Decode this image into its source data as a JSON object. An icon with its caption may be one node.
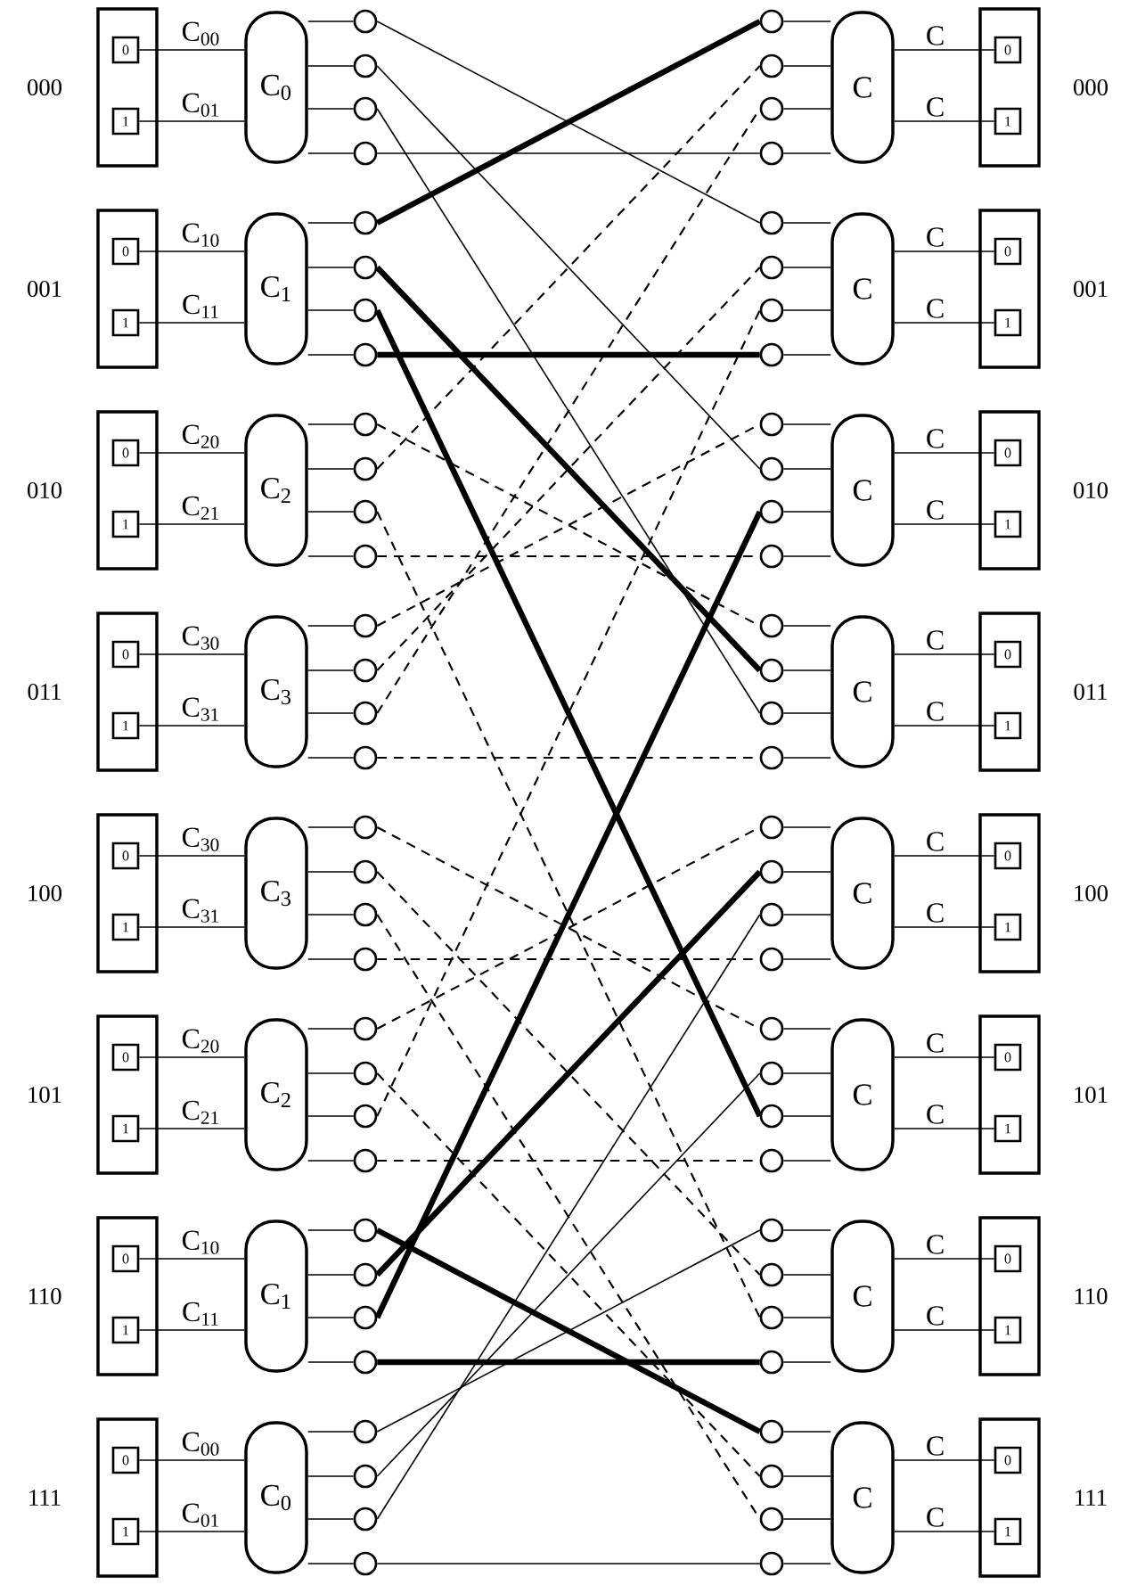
{
  "diagram": {
    "nodes": [
      {
        "text": [],
        "shape": "box"
      },
      {
        "text": [
          "0"
        ],
        "in": 0
      },
      {
        "text": [
          "1"
        ],
        "in": 0
      },
      {
        "text": [
          "C$_{0}$"
        ]
      },
      {
        "text": [],
        "shape": "circle"
      },
      {
        "text": [],
        "shape": "circle"
      },
      {
        "text": [],
        "shape": "circle"
      },
      {
        "text": [],
        "shape": "circle"
      },
      {
        "text": [],
        "shape": "circle"
      },
      {
        "text": [],
        "shape": "circle"
      },
      {
        "text": [],
        "shape": "circle"
      },
      {
        "text": [],
        "shape": "circle"
      },
      {
        "text": [
          "C"
        ]
      },
      {
        "text": [],
        "shape": "box"
      },
      {
        "text": [
          "0"
        ],
        "in": 13
      },
      {
        "text": [
          "1"
        ],
        "in": 13
      },
      {
        "text": [],
        "shape": "box"
      },
      {
        "text": [
          "0"
        ],
        "in": 16
      },
      {
        "text": [
          "1"
        ],
        "in": 16
      },
      {
        "text": [
          "C$_{1}$"
        ]
      },
      {
        "text": [],
        "shape": "circle"
      },
      {
        "text": [],
        "shape": "circle"
      },
      {
        "text": [],
        "shape": "circle"
      },
      {
        "text": [],
        "shape": "circle"
      },
      {
        "text": [],
        "shape": "circle"
      },
      {
        "text": [],
        "shape": "circle"
      },
      {
        "text": [],
        "shape": "circle"
      },
      {
        "text": [],
        "shape": "circle"
      },
      {
        "text": [
          "C"
        ]
      },
      {
        "text": [],
        "shape": "box"
      },
      {
        "text": [
          "0"
        ],
        "in": 29
      },
      {
        "text": [
          "1"
        ],
        "in": 29
      },
      {
        "text": [],
        "shape": "box"
      },
      {
        "text": [
          "0"
        ],
        "in": 32
      },
      {
        "text": [
          "1"
        ],
        "in": 32
      },
      {
        "text": [
          "C$_{2}$"
        ]
      },
      {
        "text": [],
        "shape": "circle"
      },
      {
        "text": [],
        "shape": "circle"
      },
      {
        "text": [],
        "shape": "circle"
      },
      {
        "text": [],
        "shape": "circle"
      },
      {
        "text": [],
        "shape": "circle"
      },
      {
        "text": [],
        "shape": "circle"
      },
      {
        "text": [],
        "shape": "circle"
      },
      {
        "text": [],
        "shape": "circle"
      },
      {
        "text": [
          "C"
        ]
      },
      {
        "text": [],
        "shape": "box"
      },
      {
        "text": [
          "0"
        ],
        "in": 45
      },
      {
        "text": [
          "1"
        ],
        "in": 45
      },
      {
        "text": [],
        "shape": "box"
      },
      {
        "text": [
          "0"
        ],
        "in": 48
      },
      {
        "text": [
          "1"
        ],
        "in": 48
      },
      {
        "text": [
          "C$_{3}$"
        ]
      },
      {
        "text": [],
        "shape": "circle"
      },
      {
        "text": [],
        "shape": "circle"
      },
      {
        "text": [],
        "shape": "circle"
      },
      {
        "text": [],
        "shape": "circle"
      },
      {
        "text": [],
        "shape": "circle"
      },
      {
        "text": [],
        "shape": "circle"
      },
      {
        "text": [],
        "shape": "circle"
      },
      {
        "text": [],
        "shape": "circle"
      },
      {
        "text": [
          "C"
        ]
      },
      {
        "text": [],
        "shape": "box"
      },
      {
        "text": [
          "0"
        ],
        "in": 61
      },
      {
        "text": [
          "1"
        ],
        "in": 61
      },
      {
        "text": [],
        "shape": "box"
      },
      {
        "text": [
          "0"
        ],
        "in": 64
      },
      {
        "text": [
          "1"
        ],
        "in": 64
      },
      {
        "text": [
          "C$_{3}$"
        ]
      },
      {
        "text": [],
        "shape": "circle"
      },
      {
        "text": [],
        "shape": "circle"
      },
      {
        "text": [],
        "shape": "circle"
      },
      {
        "text": [],
        "shape": "circle"
      },
      {
        "text": [],
        "shape": "circle"
      },
      {
        "text": [],
        "shape": "circle"
      },
      {
        "text": [],
        "shape": "circle"
      },
      {
        "text": [],
        "shape": "circle"
      },
      {
        "text": [
          "C"
        ]
      },
      {
        "text": [],
        "shape": "box"
      },
      {
        "text": [
          "0"
        ],
        "in": 77
      },
      {
        "text": [
          "1"
        ],
        "in": 77
      },
      {
        "text": [],
        "shape": "box"
      },
      {
        "text": [
          "0"
        ],
        "in": 80
      },
      {
        "text": [
          "1"
        ],
        "in": 80
      },
      {
        "text": [
          "C$_{2}$"
        ]
      },
      {
        "text": [],
        "shape": "circle"
      },
      {
        "text": [],
        "shape": "circle"
      },
      {
        "text": [],
        "shape": "circle"
      },
      {
        "text": [],
        "shape": "circle"
      },
      {
        "text": [],
        "shape": "circle"
      },
      {
        "text": [],
        "shape": "circle"
      },
      {
        "text": [],
        "shape": "circle"
      },
      {
        "text": [],
        "shape": "circle"
      },
      {
        "text": [
          "C"
        ]
      },
      {
        "text": [],
        "shape": "box"
      },
      {
        "text": [
          "0"
        ],
        "in": 93
      },
      {
        "text": [
          "1"
        ],
        "in": 93
      },
      {
        "text": [],
        "shape": "box"
      },
      {
        "text": [
          "0"
        ],
        "in": 96
      },
      {
        "text": [
          "1"
        ],
        "in": 96
      },
      {
        "text": [
          "C$_{1}$"
        ]
      },
      {
        "text": [],
        "shape": "circle"
      },
      {
        "text": [],
        "shape": "circle"
      },
      {
        "text": [],
        "shape": "circle"
      },
      {
        "text": [],
        "shape": "circle"
      },
      {
        "text": [],
        "shape": "circle"
      },
      {
        "text": [],
        "shape": "circle"
      },
      {
        "text": [],
        "shape": "circle"
      },
      {
        "text": [],
        "shape": "circle"
      },
      {
        "text": [
          "C"
        ]
      },
      {
        "text": [],
        "shape": "box"
      },
      {
        "text": [
          "0"
        ],
        "in": 109
      },
      {
        "text": [
          "1"
        ],
        "in": 109
      },
      {
        "text": [],
        "shape": "box"
      },
      {
        "text": [
          "0"
        ],
        "in": 112
      },
      {
        "text": [
          "1"
        ],
        "in": 112
      },
      {
        "text": [
          "C$_{0}$"
        ]
      },
      {
        "text": [],
        "shape": "circle"
      },
      {
        "text": [],
        "shape": "circle"
      },
      {
        "text": [],
        "shape": "circle"
      },
      {
        "text": [],
        "shape": "circle"
      },
      {
        "text": [],
        "shape": "circle"
      },
      {
        "text": [],
        "shape": "circle"
      },
      {
        "text": [],
        "shape": "circle"
      },
      {
        "text": [],
        "shape": "circle"
      },
      {
        "text": [
          "C"
        ]
      },
      {
        "text": [],
        "shape": "box"
      },
      {
        "text": [
          "0"
        ],
        "in": 125
      },
      {
        "text": [
          "1"
        ],
        "in": 125
      }
    ],
    "edges": [
      {
        "from": 1,
        "to": 3,
        "arrow": "none",
        "label": "C$_{00}$"
      },
      {
        "from": 2,
        "to": 3,
        "arrow": "none",
        "label": "C$_{01}$"
      },
      {
        "from": 3,
        "to": 4,
        "arrow": "none"
      },
      {
        "from": 3,
        "to": 5,
        "arrow": "none"
      },
      {
        "from": 3,
        "to": 6,
        "arrow": "none"
      },
      {
        "from": 3,
        "to": 7,
        "arrow": "none"
      },
      {
        "from": 8,
        "to": 12,
        "arrow": "none"
      },
      {
        "from": 9,
        "to": 12,
        "arrow": "none"
      },
      {
        "from": 10,
        "to": 12,
        "arrow": "none"
      },
      {
        "from": 11,
        "to": 12,
        "arrow": "none"
      },
      {
        "from": 12,
        "to": 14,
        "arrow": "none",
        "label": "C"
      },
      {
        "from": 12,
        "to": 15,
        "arrow": "none",
        "label": "C"
      },
      {
        "from": 17,
        "to": 19,
        "arrow": "none",
        "label": "C$_{10}$"
      },
      {
        "from": 18,
        "to": 19,
        "arrow": "none",
        "label": "C$_{11}$"
      },
      {
        "from": 19,
        "to": 20,
        "arrow": "none"
      },
      {
        "from": 19,
        "to": 21,
        "arrow": "none"
      },
      {
        "from": 19,
        "to": 22,
        "arrow": "none"
      },
      {
        "from": 19,
        "to": 23,
        "arrow": "none"
      },
      {
        "from": 24,
        "to": 28,
        "arrow": "none"
      },
      {
        "from": 25,
        "to": 28,
        "arrow": "none"
      },
      {
        "from": 26,
        "to": 28,
        "arrow": "none"
      },
      {
        "from": 27,
        "to": 28,
        "arrow": "none"
      },
      {
        "from": 28,
        "to": 30,
        "arrow": "none",
        "label": "C"
      },
      {
        "from": 28,
        "to": 31,
        "arrow": "none",
        "label": "C"
      },
      {
        "from": 33,
        "to": 35,
        "arrow": "none",
        "label": "C$_{20}$"
      },
      {
        "from": 34,
        "to": 35,
        "arrow": "none",
        "label": "C$_{21}$"
      },
      {
        "from": 35,
        "to": 36,
        "arrow": "none"
      },
      {
        "from": 35,
        "to": 37,
        "arrow": "none"
      },
      {
        "from": 35,
        "to": 38,
        "arrow": "none"
      },
      {
        "from": 35,
        "to": 39,
        "arrow": "none"
      },
      {
        "from": 40,
        "to": 44,
        "arrow": "none"
      },
      {
        "from": 41,
        "to": 44,
        "arrow": "none"
      },
      {
        "from": 42,
        "to": 44,
        "arrow": "none"
      },
      {
        "from": 43,
        "to": 44,
        "arrow": "none"
      },
      {
        "from": 44,
        "to": 46,
        "arrow": "none",
        "label": "C"
      },
      {
        "from": 44,
        "to": 47,
        "arrow": "none",
        "label": "C"
      },
      {
        "from": 49,
        "to": 51,
        "arrow": "none",
        "label": "C$_{30}$"
      },
      {
        "from": 50,
        "to": 51,
        "arrow": "none",
        "label": "C$_{31}$"
      },
      {
        "from": 51,
        "to": 52,
        "arrow": "none"
      },
      {
        "from": 51,
        "to": 53,
        "arrow": "none"
      },
      {
        "from": 51,
        "to": 54,
        "arrow": "none"
      },
      {
        "from": 51,
        "to": 55,
        "arrow": "none"
      },
      {
        "from": 56,
        "to": 60,
        "arrow": "none"
      },
      {
        "from": 57,
        "to": 60,
        "arrow": "none"
      },
      {
        "from": 58,
        "to": 60,
        "arrow": "none"
      },
      {
        "from": 59,
        "to": 60,
        "arrow": "none"
      },
      {
        "from": 60,
        "to": 62,
        "arrow": "none",
        "label": "C"
      },
      {
        "from": 60,
        "to": 63,
        "arrow": "none",
        "label": "C"
      },
      {
        "from": 65,
        "to": 67,
        "arrow": "none",
        "label": "C$_{30}$"
      },
      {
        "from": 66,
        "to": 67,
        "arrow": "none",
        "label": "C$_{31}$"
      },
      {
        "from": 67,
        "to": 68,
        "arrow": "none"
      },
      {
        "from": 67,
        "to": 69,
        "arrow": "none"
      },
      {
        "from": 67,
        "to": 70,
        "arrow": "none"
      },
      {
        "from": 67,
        "to": 71,
        "arrow": "none"
      },
      {
        "from": 72,
        "to": 76,
        "arrow": "none"
      },
      {
        "from": 73,
        "to": 76,
        "arrow": "none"
      },
      {
        "from": 74,
        "to": 76,
        "arrow": "none"
      },
      {
        "from": 75,
        "to": 76,
        "arrow": "none"
      },
      {
        "from": 76,
        "to": 78,
        "arrow": "none",
        "label": "C"
      },
      {
        "from": 76,
        "to": 79,
        "arrow": "none",
        "label": "C"
      },
      {
        "from": 81,
        "to": 83,
        "arrow": "none",
        "label": "C$_{20}$"
      },
      {
        "from": 82,
        "to": 83,
        "arrow": "none",
        "label": "C$_{21}$"
      },
      {
        "from": 83,
        "to": 84,
        "arrow": "none"
      },
      {
        "from": 83,
        "to": 85,
        "arrow": "none"
      },
      {
        "from": 83,
        "to": 86,
        "arrow": "none"
      },
      {
        "from": 83,
        "to": 87,
        "arrow": "none"
      },
      {
        "from": 88,
        "to": 92,
        "arrow": "none"
      },
      {
        "from": 89,
        "to": 92,
        "arrow": "none"
      },
      {
        "from": 90,
        "to": 92,
        "arrow": "none"
      },
      {
        "from": 91,
        "to": 92,
        "arrow": "none"
      },
      {
        "from": 92,
        "to": 94,
        "arrow": "none",
        "label": "C"
      },
      {
        "from": 92,
        "to": 95,
        "arrow": "none",
        "label": "C"
      },
      {
        "from": 97,
        "to": 99,
        "arrow": "none",
        "label": "C$_{10}$"
      },
      {
        "from": 98,
        "to": 99,
        "arrow": "none",
        "label": "C$_{11}$"
      },
      {
        "from": 99,
        "to": 100,
        "arrow": "none"
      },
      {
        "from": 99,
        "to": 101,
        "arrow": "none"
      },
      {
        "from": 99,
        "to": 102,
        "arrow": "none"
      },
      {
        "from": 99,
        "to": 103,
        "arrow": "none"
      },
      {
        "from": 104,
        "to": 108,
        "arrow": "none"
      },
      {
        "from": 105,
        "to": 108,
        "arrow": "none"
      },
      {
        "from": 106,
        "to": 108,
        "arrow": "none"
      },
      {
        "from": 107,
        "to": 108,
        "arrow": "none"
      },
      {
        "from": 108,
        "to": 110,
        "arrow": "none",
        "label": "C"
      },
      {
        "from": 108,
        "to": 111,
        "arrow": "none",
        "label": "C"
      },
      {
        "from": 113,
        "to": 115,
        "arrow": "none",
        "label": "C$_{00}$"
      },
      {
        "from": 114,
        "to": 115,
        "arrow": "none",
        "label": "C$_{01}$"
      },
      {
        "from": 115,
        "to": 116,
        "arrow": "none"
      },
      {
        "from": 115,
        "to": 117,
        "arrow": "none"
      },
      {
        "from": 115,
        "to": 118,
        "arrow": "none"
      },
      {
        "from": 115,
        "to": 119,
        "arrow": "none"
      },
      {
        "from": 120,
        "to": 124,
        "arrow": "none"
      },
      {
        "from": 121,
        "to": 124,
        "arrow": "none"
      },
      {
        "from": 122,
        "to": 124,
        "arrow": "none"
      },
      {
        "from": 123,
        "to": 124,
        "arrow": "none"
      },
      {
        "from": 124,
        "to": 126,
        "arrow": "none",
        "label": "C"
      },
      {
        "from": 124,
        "to": 127,
        "arrow": "none",
        "label": "C"
      },
      {
        "from": 4,
        "to": 24,
        "arrow": "none"
      },
      {
        "from": 5,
        "to": 41,
        "arrow": "none"
      },
      {
        "from": 6,
        "to": 58,
        "arrow": "none"
      },
      {
        "from": 7,
        "to": 11,
        "arrow": "none"
      },
      {
        "from": 20,
        "to": 8,
        "arrow": "none",
        "style": "thick"
      },
      {
        "from": 21,
        "to": 57,
        "arrow": "none",
        "style": "thick"
      },
      {
        "from": 22,
        "to": 90,
        "arrow": "none",
        "style": "thick"
      },
      {
        "from": 23,
        "to": 27,
        "arrow": "none",
        "style": "thick"
      },
      {
        "from": 36,
        "to": 56,
        "arrow": "none",
        "style": "dashed"
      },
      {
        "from": 37,
        "to": 9,
        "arrow": "none",
        "style": "dashed"
      },
      {
        "from": 38,
        "to": 106,
        "arrow": "none",
        "style": "dashed"
      },
      {
        "from": 39,
        "to": 43,
        "arrow": "none",
        "style": "dashed"
      },
      {
        "from": 52,
        "to": 40,
        "arrow": "none",
        "style": "dashed"
      },
      {
        "from": 53,
        "to": 25,
        "arrow": "none",
        "style": "dashed"
      },
      {
        "from": 54,
        "to": 10,
        "arrow": "none",
        "style": "dashed"
      },
      {
        "from": 55,
        "to": 59,
        "arrow": "none",
        "style": "dashed"
      },
      {
        "from": 68,
        "to": 88,
        "arrow": "none",
        "style": "dashed"
      },
      {
        "from": 69,
        "to": 105,
        "arrow": "none",
        "style": "dashed"
      },
      {
        "from": 70,
        "to": 122,
        "arrow": "none",
        "style": "dashed"
      },
      {
        "from": 71,
        "to": 75,
        "arrow": "none",
        "style": "dashed"
      },
      {
        "from": 84,
        "to": 72,
        "arrow": "none",
        "style": "dashed"
      },
      {
        "from": 85,
        "to": 121,
        "arrow": "none",
        "style": "dashed"
      },
      {
        "from": 86,
        "to": 26,
        "arrow": "none",
        "style": "dashed"
      },
      {
        "from": 87,
        "to": 91,
        "arrow": "none",
        "style": "dashed"
      },
      {
        "from": 100,
        "to": 120,
        "arrow": "none",
        "style": "thick"
      },
      {
        "from": 101,
        "to": 73,
        "arrow": "none",
        "style": "thick"
      },
      {
        "from": 102,
        "to": 42,
        "arrow": "none",
        "style": "thick"
      },
      {
        "from": 103,
        "to": 107,
        "arrow": "none",
        "style": "thick"
      },
      {
        "from": 116,
        "to": 104,
        "arrow": "none"
      },
      {
        "from": 117,
        "to": 89,
        "arrow": "none"
      },
      {
        "from": 118,
        "to": 74,
        "arrow": "none"
      },
      {
        "from": 119,
        "to": 123,
        "arrow": "none"
      }
    ],
    "labels": [
      "000",
      "000",
      "001",
      "001",
      "010",
      "010",
      "011",
      "011",
      "100",
      "100",
      "101",
      "101",
      "110",
      "110",
      "111",
      "111"
    ]
  }
}
